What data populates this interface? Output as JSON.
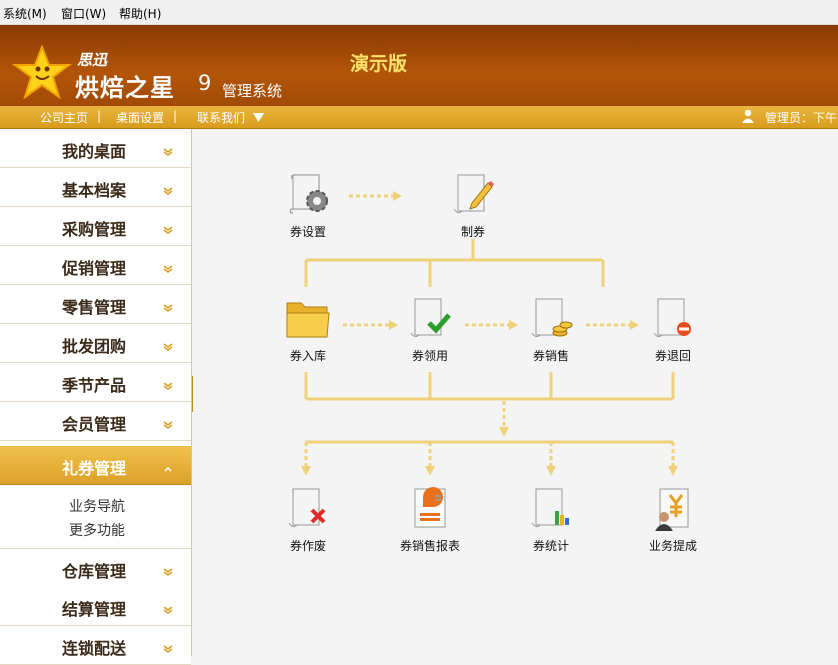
{
  "menubar": {
    "items": [
      "系统(M)",
      "窗口(W)",
      "帮助(H)"
    ]
  },
  "header": {
    "brand_small": "思迅",
    "brand_big": "烘焙之星",
    "brand_version": "9",
    "brand_system": "管理系统",
    "edition": "演示版"
  },
  "toolbar": {
    "links": [
      "公司主页",
      "桌面设置",
      "联系我们"
    ],
    "admin_label": "管理员：下午"
  },
  "sidebar": {
    "items": [
      "我的桌面",
      "基本档案",
      "采购管理",
      "促销管理",
      "零售管理",
      "批发团购",
      "季节产品",
      "会员管理",
      "礼券管理",
      "仓库管理",
      "结算管理",
      "连锁配送"
    ],
    "active_index": 8,
    "sub_items": [
      "业务导航",
      "更多功能"
    ]
  },
  "flow": {
    "coupon_settings": "券设置",
    "make_coupon": "制券",
    "coupon_in": "券入库",
    "coupon_claim": "券领用",
    "coupon_sale": "券销售",
    "coupon_return": "券退回",
    "coupon_void": "券作废",
    "coupon_sales_report": "券销售报表",
    "coupon_stats": "券统计",
    "business_commission": "业务提成"
  },
  "colors": {
    "header_brown": "#a04a06",
    "toolbar_gold": "#e0a82a",
    "flow_line": "#eed17a"
  }
}
